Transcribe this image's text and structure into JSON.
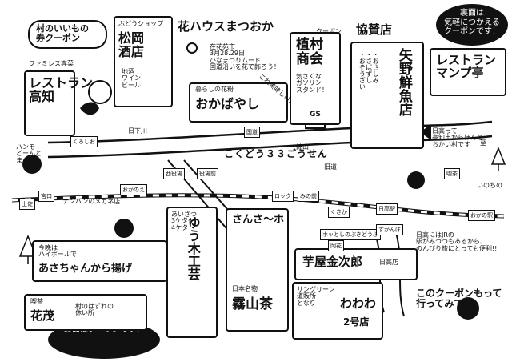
{
  "colors": {
    "ink": "#111111",
    "paper": "#ffffff"
  },
  "corner_badges": {
    "top_right": "裏面は\n気軽につかえる\nクーポンです！",
    "bottom": "裏面はクーポンです！"
  },
  "header": {
    "village_title": "村のいいもの\n券クーポン"
  },
  "road": {
    "name": "こくどう３３ごうせん",
    "sign": "国道"
  },
  "shops": {
    "matsuoka": {
      "top": "ぶどうショップ",
      "name": "松岡\n酒店",
      "items": "地酒\nワイン\nビール"
    },
    "hana_house": {
      "name": "花ハウスまつおか",
      "note": "在花苑市\n3月28.29日\nひなまつりムード\n国道沿いを花で飾ろう！"
    },
    "okabayashi": {
      "top": "暮らしの花粉",
      "name": "おかばやし",
      "note": "これ美味しい!!"
    },
    "uemura": {
      "name": "植村\n商会",
      "note": "気さくな\nガソリン\nスタンド！",
      "sign": "GS"
    },
    "yano": {
      "name": "矢野鮮魚店",
      "items": "・おさしみ\n・さばずし\n・おそうざい"
    },
    "kyosan": {
      "top": "クーポン",
      "name": "協賛店"
    },
    "mampuku": {
      "name": "レストラン\nマンプ亭",
      "note": "日高って\n高知市からほんと\nちかい村です"
    },
    "takachi": {
      "top": "ファミレス専菜",
      "name": "レストラン\n高知"
    },
    "asachan": {
      "note": "今晩は\nハイボールで!",
      "name": "あさちゃんから揚げ"
    },
    "yuki": {
      "name": "ゆう木工芸",
      "note": "あいさつ\n3ケタ～\n4ケタ"
    },
    "sansan": {
      "top": "さんさ～ホ",
      "name": "霧山茶",
      "note": "日本名物"
    },
    "imoya": {
      "name": "芋屋金次郎",
      "branch": "日高店"
    },
    "wawawa": {
      "name": "わわわ",
      "branch": "2号店",
      "note": "サングリーン\n道販所\nとなり"
    },
    "hanamo": {
      "top": "喫茶",
      "name": "花茂",
      "note": "村のはずれの\n休い所"
    }
  },
  "coupon_message": {
    "text": "日高にはJRの\n駅がみつつもあるから、\nのんびり旅にとっても便利!!",
    "coupon": "このクーポンもって\n行ってみて！"
  },
  "landmarks": {
    "kuroshio": "くろしお",
    "matsuyama": "おかのえ",
    "kusaka": "くさか",
    "hidaka_station": "日高駅",
    "a": "ハンモ~\nどーんと\nまかせ!!",
    "b": "ナンバンのメガネ店",
    "c": "宮口",
    "d": "西役場",
    "e": "おかの駅",
    "f": "日下川",
    "g": "役場前",
    "h": "土佐",
    "i": "ロック",
    "j": "みの前",
    "k": "ホッとしのぶきどうふ",
    "l": "すかんぼ",
    "m": "錦山",
    "n": "旧道",
    "o": "岡花",
    "p": "至",
    "q": "喫茶",
    "r": "いのちの"
  }
}
